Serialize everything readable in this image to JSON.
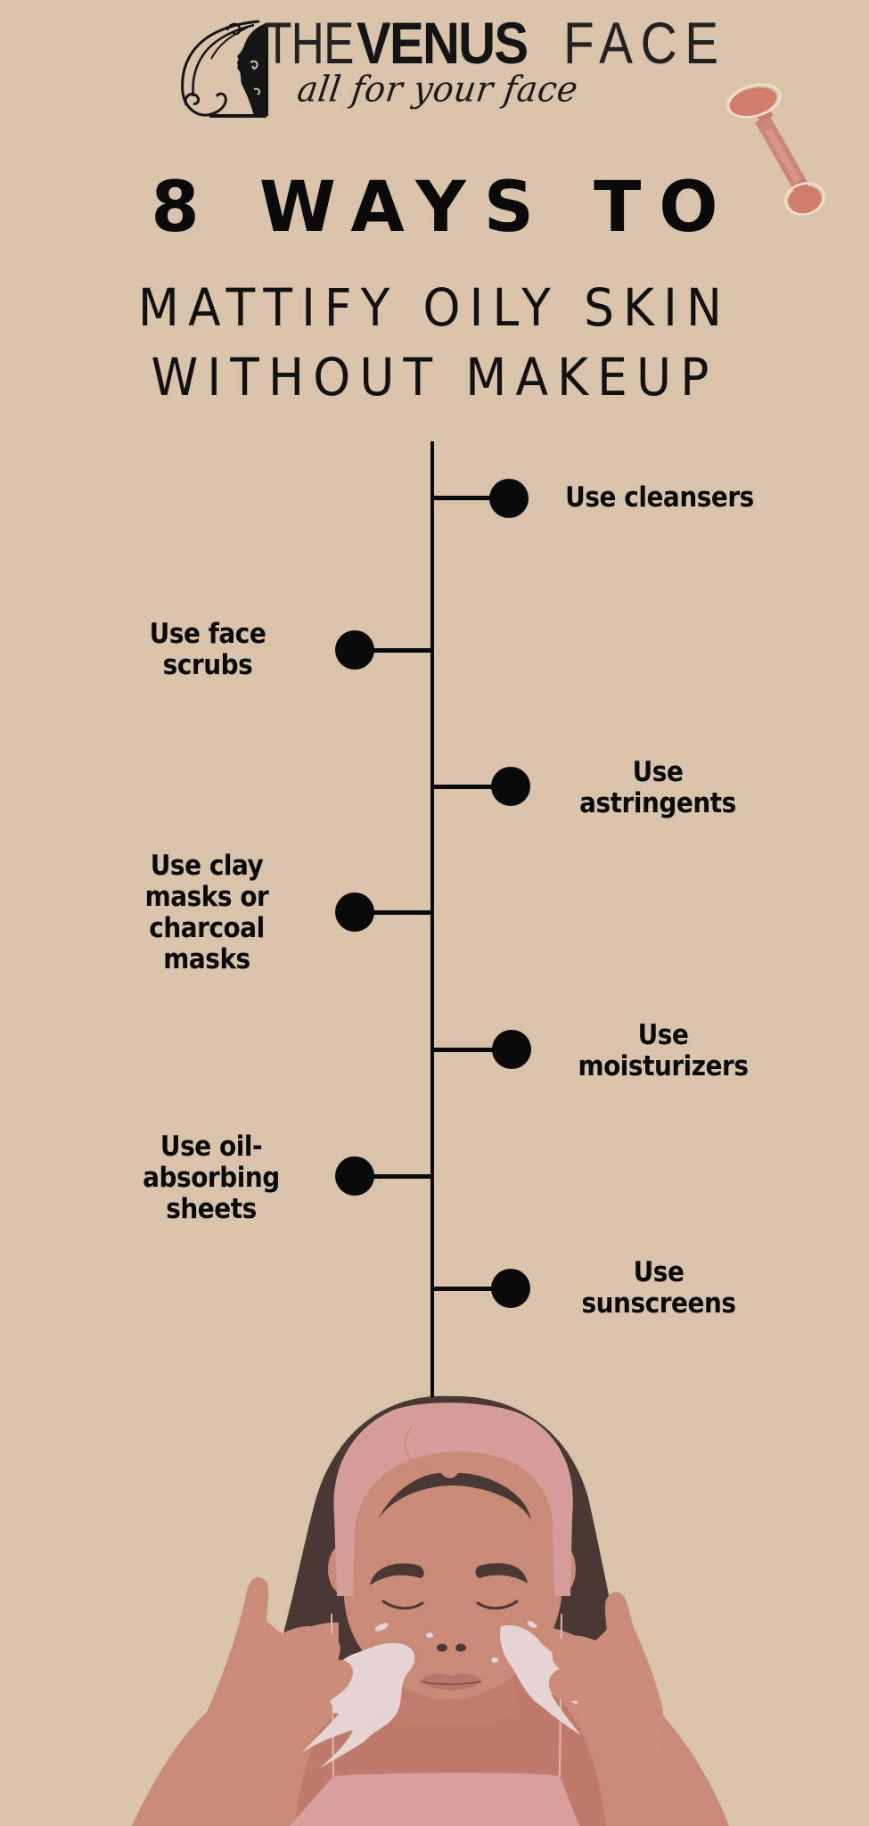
{
  "brand": {
    "name_part1": "THE",
    "name_part2": "VENUS",
    "name_part3": "FACE",
    "tagline": "all for your face",
    "logo_icon": "woman-profile-silhouette-icon"
  },
  "title": {
    "headline": "8 WAYS TO",
    "subtitle_line1": "MATTIFY OILY SKIN",
    "subtitle_line2": "WITHOUT MAKEUP"
  },
  "timeline": {
    "items": [
      {
        "side": "right",
        "lines": [
          "Use cleansers"
        ]
      },
      {
        "side": "left",
        "lines": [
          "Use face",
          "scrubs"
        ]
      },
      {
        "side": "right",
        "lines": [
          "Use",
          "astringents"
        ]
      },
      {
        "side": "left",
        "lines": [
          "Use clay",
          "masks or",
          "charcoal",
          "masks"
        ]
      },
      {
        "side": "right",
        "lines": [
          "Use",
          "moisturizers"
        ]
      },
      {
        "side": "left",
        "lines": [
          "Use oil-",
          "absorbing",
          "sheets"
        ]
      },
      {
        "side": "right",
        "lines": [
          "Use",
          "sunscreens"
        ]
      }
    ]
  },
  "decorations": {
    "top_right": "face-roller-icon",
    "bottom": "woman-washing-face-illustration"
  },
  "colors": {
    "background": "#d9c4ab",
    "ink": "#0a0a0a",
    "skin": "#c98b78",
    "skin_shadow": "#bf7a6c",
    "hair": "#4a3834",
    "headband": "#d69e9a",
    "top": "#d8a09c",
    "foam": "#e6d3d3",
    "roller": "#d28472"
  }
}
